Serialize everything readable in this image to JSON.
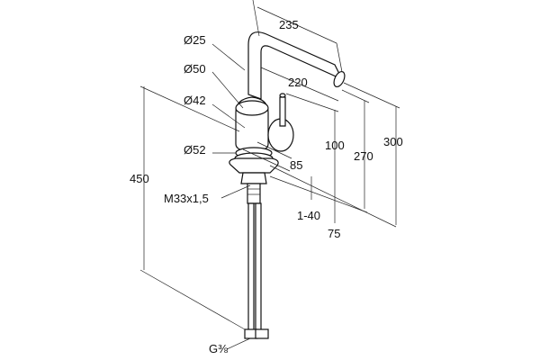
{
  "diagram": {
    "labels": {
      "spout_length_outer": "235",
      "spout_length_inner": "220",
      "spout_diameter": "Ø25",
      "body_diameter": "Ø50",
      "lever_diameter": "Ø42",
      "base_diameter": "Ø52",
      "lever_height": "100",
      "spout_height": "270",
      "overall_height": "300",
      "lever_depth": "85",
      "total_length": "450",
      "thread": "M33x1,5",
      "deck_thickness": "1-40",
      "offset": "75",
      "connection": "G⅜"
    }
  }
}
